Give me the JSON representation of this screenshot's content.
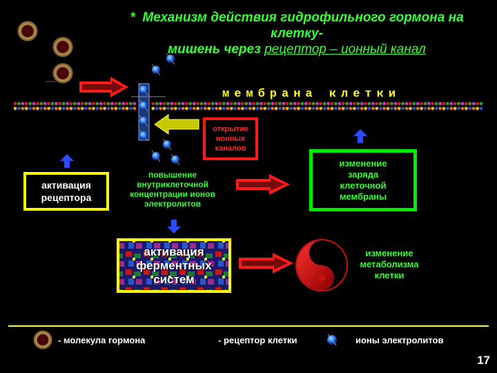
{
  "title": {
    "star": "*",
    "line1": "Механизм действия гидрофильного гормона на клетку-",
    "line2_prefix": "мишень через",
    "line2_link": "рецептор – ионный канал"
  },
  "membrane_label": "мембрана клетки",
  "boxes": {
    "ion_channels_open": "открытие ионных каналов",
    "receptor_activation": "активация рецептора",
    "enzyme_activation": "активация ферментных систем",
    "membrane_charge_change": "изменение заряда клеточной мембраны"
  },
  "labels": {
    "ion_increase": "повышение внутриклеточной концентрации ионов электролитов",
    "metabolism_change": "изменение метаболизма клетки"
  },
  "legend": {
    "hormone": "- молекула гормона",
    "receptor": "- рецептор клетки",
    "ions": "ионы электролитов"
  },
  "page_number": "17",
  "colors": {
    "background": "#000000",
    "title_green": "#33ff33",
    "yellow": "#ffff00",
    "red": "#ff1a1a",
    "green_box": "#00ee00",
    "blue_arrow": "#2a4cff"
  }
}
